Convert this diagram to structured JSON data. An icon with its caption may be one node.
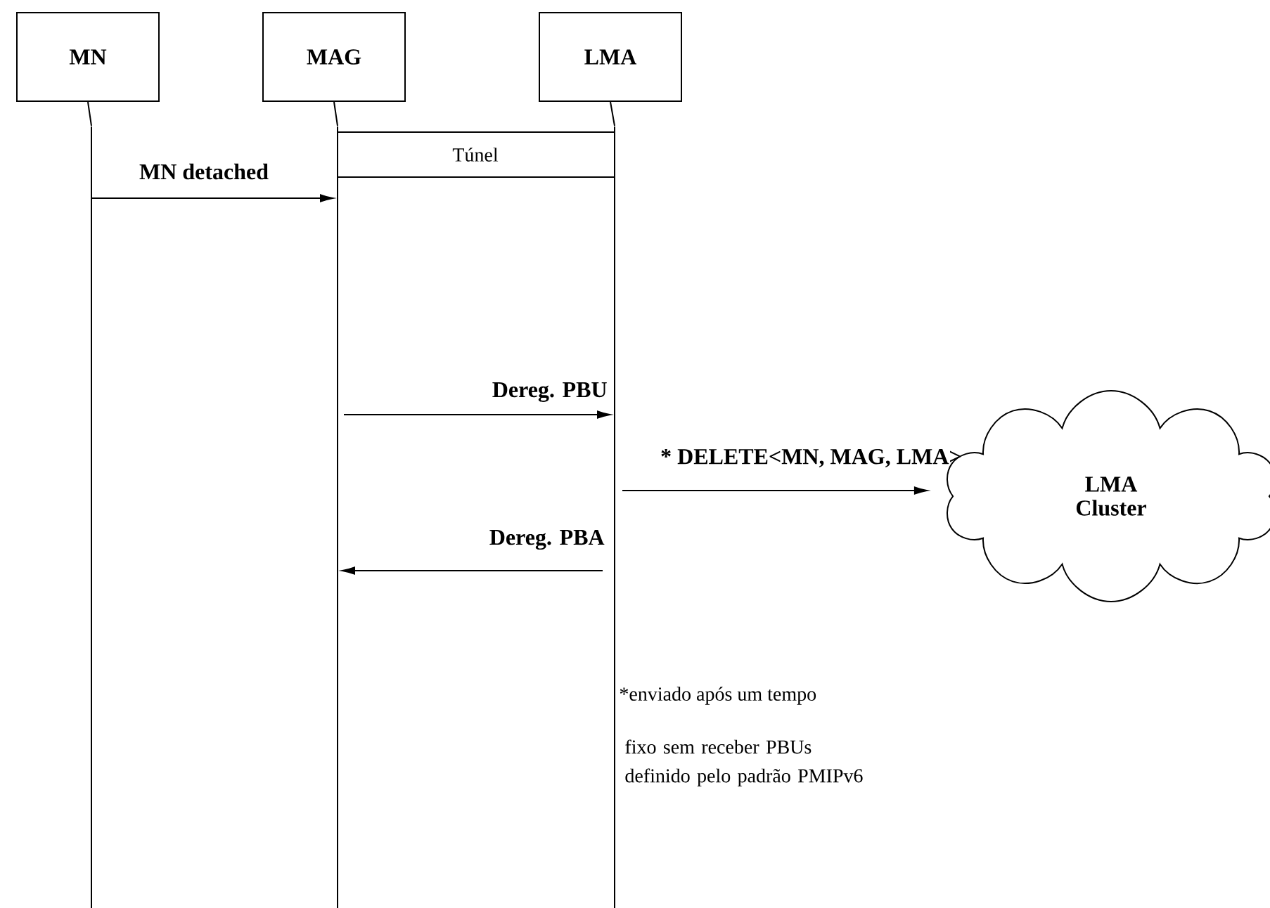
{
  "diagram": {
    "nodes": [
      {
        "text": [
          "MN"
        ]
      },
      {
        "text": [
          "MAG"
        ]
      },
      {
        "text": [
          "LMA"
        ]
      },
      {
        "text": [
          "LMA Cluster"
        ]
      },
      {
        "text": [],
        "shape": "bar"
      },
      {
        "text": [],
        "shape": "bar"
      },
      {
        "text": [],
        "shape": "bar"
      }
    ],
    "edges": [
      {
        "from": 0,
        "to": 4,
        "arrow": "none"
      },
      {
        "from": 1,
        "to": 5,
        "arrow": "none"
      },
      {
        "from": 2,
        "to": 6,
        "arrow": "none"
      },
      {
        "from": 5,
        "to": 6,
        "arrow": "none",
        "label": "Túnel"
      },
      {
        "from": 5,
        "to": 6,
        "arrow": "none"
      },
      {
        "from": 4,
        "to": 5,
        "arrow": "to",
        "label": "MN detached"
      },
      {
        "from": 5,
        "to": 6,
        "arrow": "to",
        "label": "Dereg. PBU"
      },
      {
        "from": 6,
        "to": 3,
        "arrow": "to",
        "label": "* DELETE<MN, MAG, LMA>"
      },
      {
        "from": 6,
        "to": 5,
        "arrow": "to",
        "label": "Dereg. PBA"
      }
    ],
    "labels": [
      "*enviado após um tempo",
      "fixo sem receber PBUs definido pelo padrão PMIPv6"
    ]
  }
}
